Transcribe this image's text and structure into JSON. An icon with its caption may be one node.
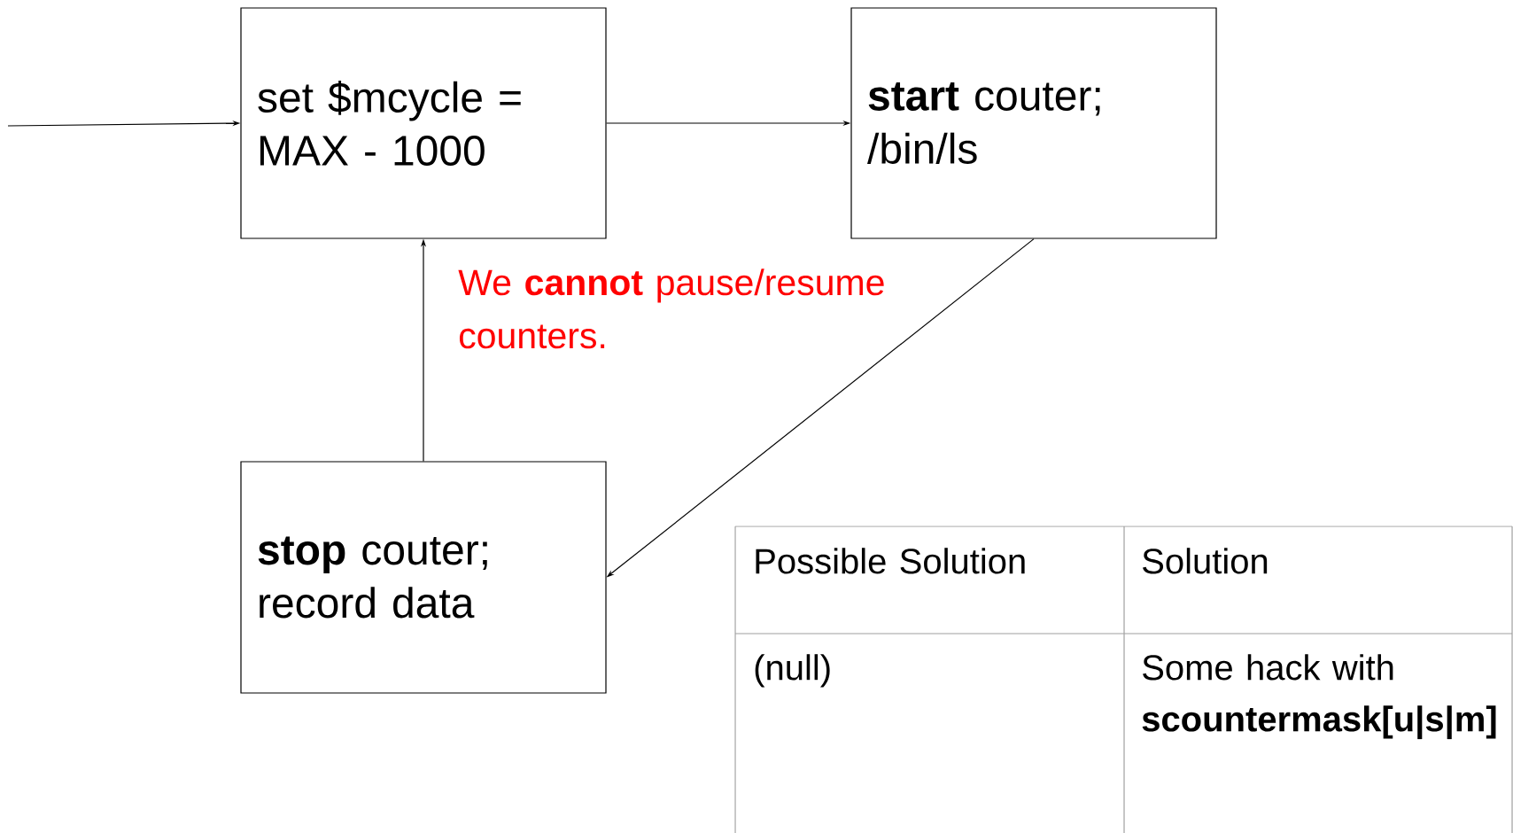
{
  "diagram": {
    "nodes": [
      {
        "text": [
          "set $mcycle = MAX - 1000"
        ]
      },
      {
        "text": [
          "**start** couter; /bin/ls"
        ]
      },
      {
        "text": [
          "**stop** couter; record data"
        ]
      }
    ],
    "edges": [
      {
        "from": null,
        "to": 0,
        "arrow": "to"
      },
      {
        "from": 0,
        "to": 1,
        "arrow": "to"
      },
      {
        "from": 1,
        "to": 2,
        "arrow": "to"
      },
      {
        "from": 2,
        "to": 0,
        "arrow": "to"
      }
    ],
    "labels": [
      "We **cannot** pause/resume counters.",
      "Possible Solution",
      "Solution",
      "(null)",
      "Some hack with **scountermask[u|s|m]**"
    ]
  }
}
